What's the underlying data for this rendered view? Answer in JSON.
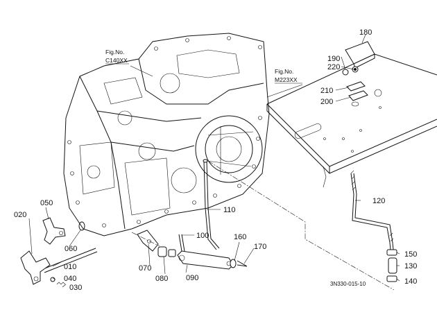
{
  "diagram_code": "3N330-015-10",
  "references": [
    {
      "name": "fig-ref-c140",
      "title": "Fig.No.",
      "code": "C140XX"
    },
    {
      "name": "fig-ref-m223",
      "title": "Fig.No.",
      "code": "M223XX"
    }
  ],
  "parts": [
    {
      "id": "p180",
      "label": "180"
    },
    {
      "id": "p190",
      "label": "190"
    },
    {
      "id": "p220",
      "label": "220"
    },
    {
      "id": "p210",
      "label": "210"
    },
    {
      "id": "p200",
      "label": "200"
    },
    {
      "id": "p120",
      "label": "120"
    },
    {
      "id": "p150",
      "label": "150"
    },
    {
      "id": "p130",
      "label": "130"
    },
    {
      "id": "p140",
      "label": "140"
    },
    {
      "id": "p110",
      "label": "110"
    },
    {
      "id": "p100",
      "label": "100"
    },
    {
      "id": "p160",
      "label": "160"
    },
    {
      "id": "p170",
      "label": "170"
    },
    {
      "id": "p050",
      "label": "050"
    },
    {
      "id": "p020",
      "label": "020"
    },
    {
      "id": "p060",
      "label": "060"
    },
    {
      "id": "p010",
      "label": "010"
    },
    {
      "id": "p040",
      "label": "040"
    },
    {
      "id": "p030",
      "label": "030"
    },
    {
      "id": "p070",
      "label": "070"
    },
    {
      "id": "p080",
      "label": "080"
    },
    {
      "id": "p090",
      "label": "090"
    }
  ]
}
